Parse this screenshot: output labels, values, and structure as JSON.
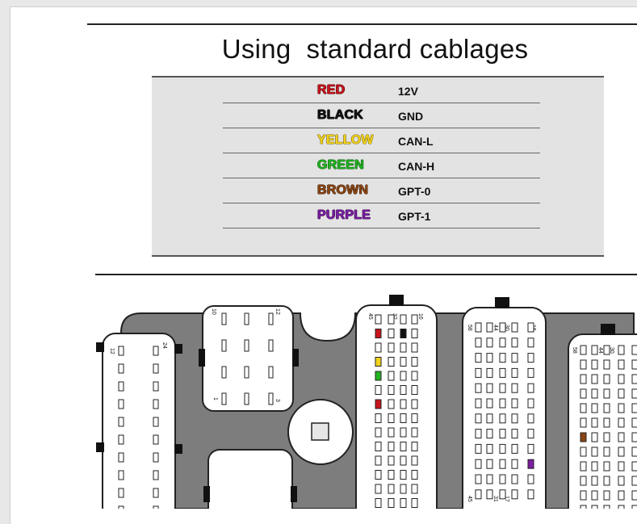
{
  "title": "Using  standard cablages",
  "wire_table": [
    {
      "color_name": "RED",
      "signal": "12V",
      "color": "#c8141e",
      "outline": "#5a0000"
    },
    {
      "color_name": "BLACK",
      "signal": "GND",
      "color": "#111111",
      "outline": "#111111"
    },
    {
      "color_name": "YELLOW",
      "signal": "CAN-L",
      "color": "#f2d31b",
      "outline": "#7a6500"
    },
    {
      "color_name": "GREEN",
      "signal": "CAN-H",
      "color": "#22b322",
      "outline": "#0b5a0b"
    },
    {
      "color_name": "BROWN",
      "signal": "GPT-0",
      "color": "#8b4513",
      "outline": "#3e1d05"
    },
    {
      "color_name": "PURPLE",
      "signal": "GPT-1",
      "color": "#7a1fa2",
      "outline": "#3a0a52"
    }
  ],
  "connectors": {
    "a": {
      "pin_labels": [
        "12",
        "24"
      ]
    },
    "b": {
      "pin_labels": [
        "10",
        "12",
        "1",
        "3"
      ]
    },
    "c": {
      "pin_labels": [
        "45",
        "32",
        "16"
      ]
    },
    "d": {
      "pin_labels": [
        "58",
        "44",
        "30",
        "16",
        "45",
        "31",
        "17"
      ]
    },
    "e": {
      "pin_labels": [
        "58",
        "44",
        "30"
      ]
    }
  }
}
